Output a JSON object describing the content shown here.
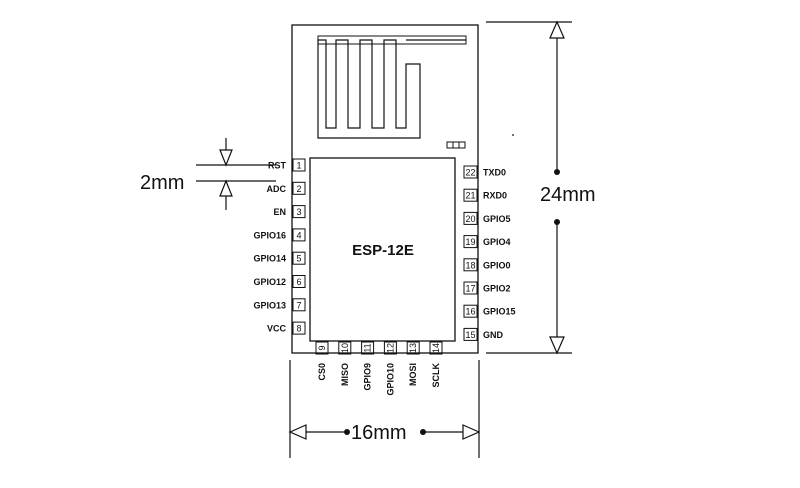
{
  "module": {
    "name": "ESP-12E"
  },
  "dimensions": {
    "height": "24mm",
    "width": "16mm",
    "pin_pitch": "2mm"
  },
  "left_pins": [
    {
      "num": "1",
      "label": "RST"
    },
    {
      "num": "2",
      "label": "ADC"
    },
    {
      "num": "3",
      "label": "EN"
    },
    {
      "num": "4",
      "label": "GPIO16"
    },
    {
      "num": "5",
      "label": "GPIO14"
    },
    {
      "num": "6",
      "label": "GPIO12"
    },
    {
      "num": "7",
      "label": "GPIO13"
    },
    {
      "num": "8",
      "label": "VCC"
    }
  ],
  "right_pins": [
    {
      "num": "22",
      "label": "TXD0"
    },
    {
      "num": "21",
      "label": "RXD0"
    },
    {
      "num": "20",
      "label": "GPIO5"
    },
    {
      "num": "19",
      "label": "GPIO4"
    },
    {
      "num": "18",
      "label": "GPIO0"
    },
    {
      "num": "17",
      "label": "GPIO2"
    },
    {
      "num": "16",
      "label": "GPIO15"
    },
    {
      "num": "15",
      "label": "GND"
    }
  ],
  "bottom_pins": [
    {
      "num": "9",
      "label": "CS0"
    },
    {
      "num": "10",
      "label": "MISO"
    },
    {
      "num": "11",
      "label": "GPIO9"
    },
    {
      "num": "12",
      "label": "GPIO10"
    },
    {
      "num": "13",
      "label": "MOSI"
    },
    {
      "num": "14",
      "label": "SCLK"
    }
  ]
}
